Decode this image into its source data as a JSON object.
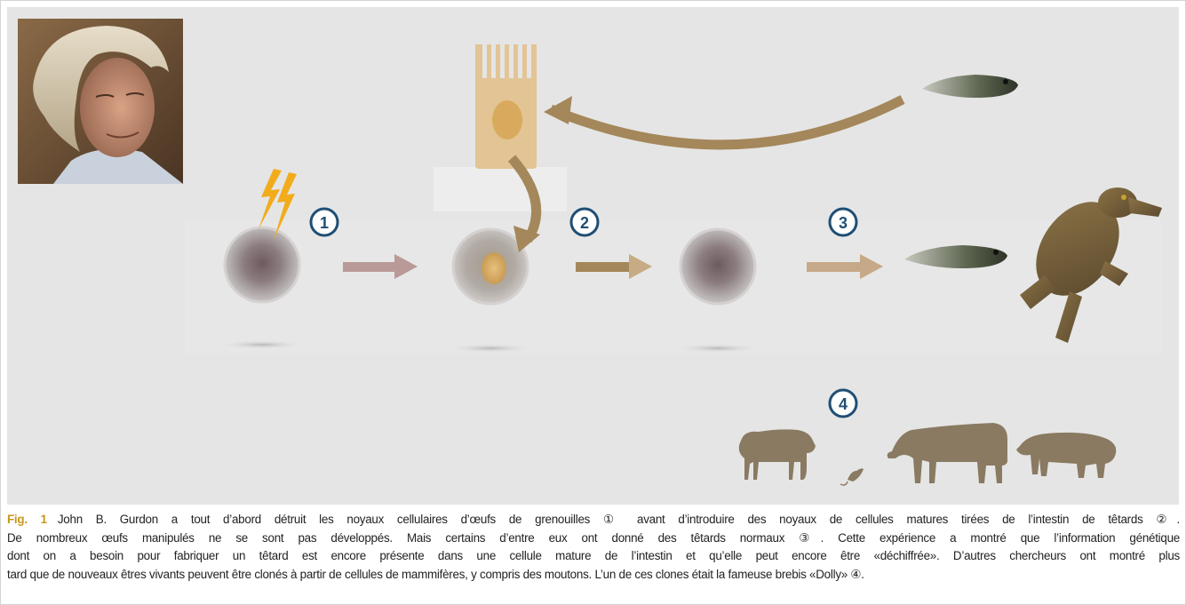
{
  "figure": {
    "markers": [
      "①",
      "②",
      "③",
      "④"
    ],
    "portrait_alt": "John B. Gurdon"
  },
  "caption": {
    "label": "Fig. 1",
    "lines": [
      "John B. Gurdon a tout d’abord détruit les noyaux cellulaires d’œufs de grenouilles ① avant d’introduire des noyaux de cellules matures tirées de l’intestin de têtards ②.",
      "De nombreux œufs manipulés ne se sont pas développés. Mais certains d’entre eux ont donné des têtards normaux ③. Cette expérience a montré que l’information génétique",
      "dont on a besoin pour fabriquer un têtard est encore présente dans une cellule mature de l’intestin et qu’elle peut encore être «déchiffrée». D’autres chercheurs ont montré plus",
      "tard que de nouveaux êtres vivants peuvent être clonés à partir de cellules de mammifères, y compris des moutons. L’un de ces clones était la fameuse brebis «Dolly» ④."
    ]
  },
  "colors": {
    "figure_bg": "#e5e5e5",
    "marker_blue": "#1f4e74",
    "arrow_pink": "#b99a98",
    "arrow_brown": "#a4875a",
    "arrow_tan": "#c6a988",
    "lightning": "#f2ac1b",
    "intestinal_cell": "#e3c494",
    "silhouette": "#8a7a62",
    "label_gold": "#c8961e"
  }
}
